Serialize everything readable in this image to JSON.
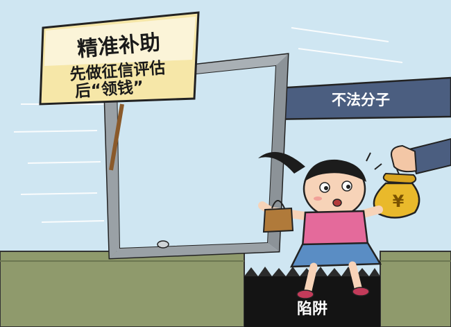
{
  "sign": {
    "title": "精准补助",
    "line1": "先做征信评估",
    "line2": "后“领钱”"
  },
  "labels": {
    "criminals": "不法分子",
    "trap": "陷阱"
  },
  "money_bag": {
    "symbol": "¥"
  },
  "colors": {
    "sky": "#cfe6f2",
    "ground": "#8f9a6c",
    "sleeve": "#4b5e80",
    "phone_frame": "#9aa1a6",
    "sign_board": "#f6e7a8",
    "shirt": "#e46a9b",
    "skirt": "#5a8dc4",
    "bag": "#d9a520"
  }
}
